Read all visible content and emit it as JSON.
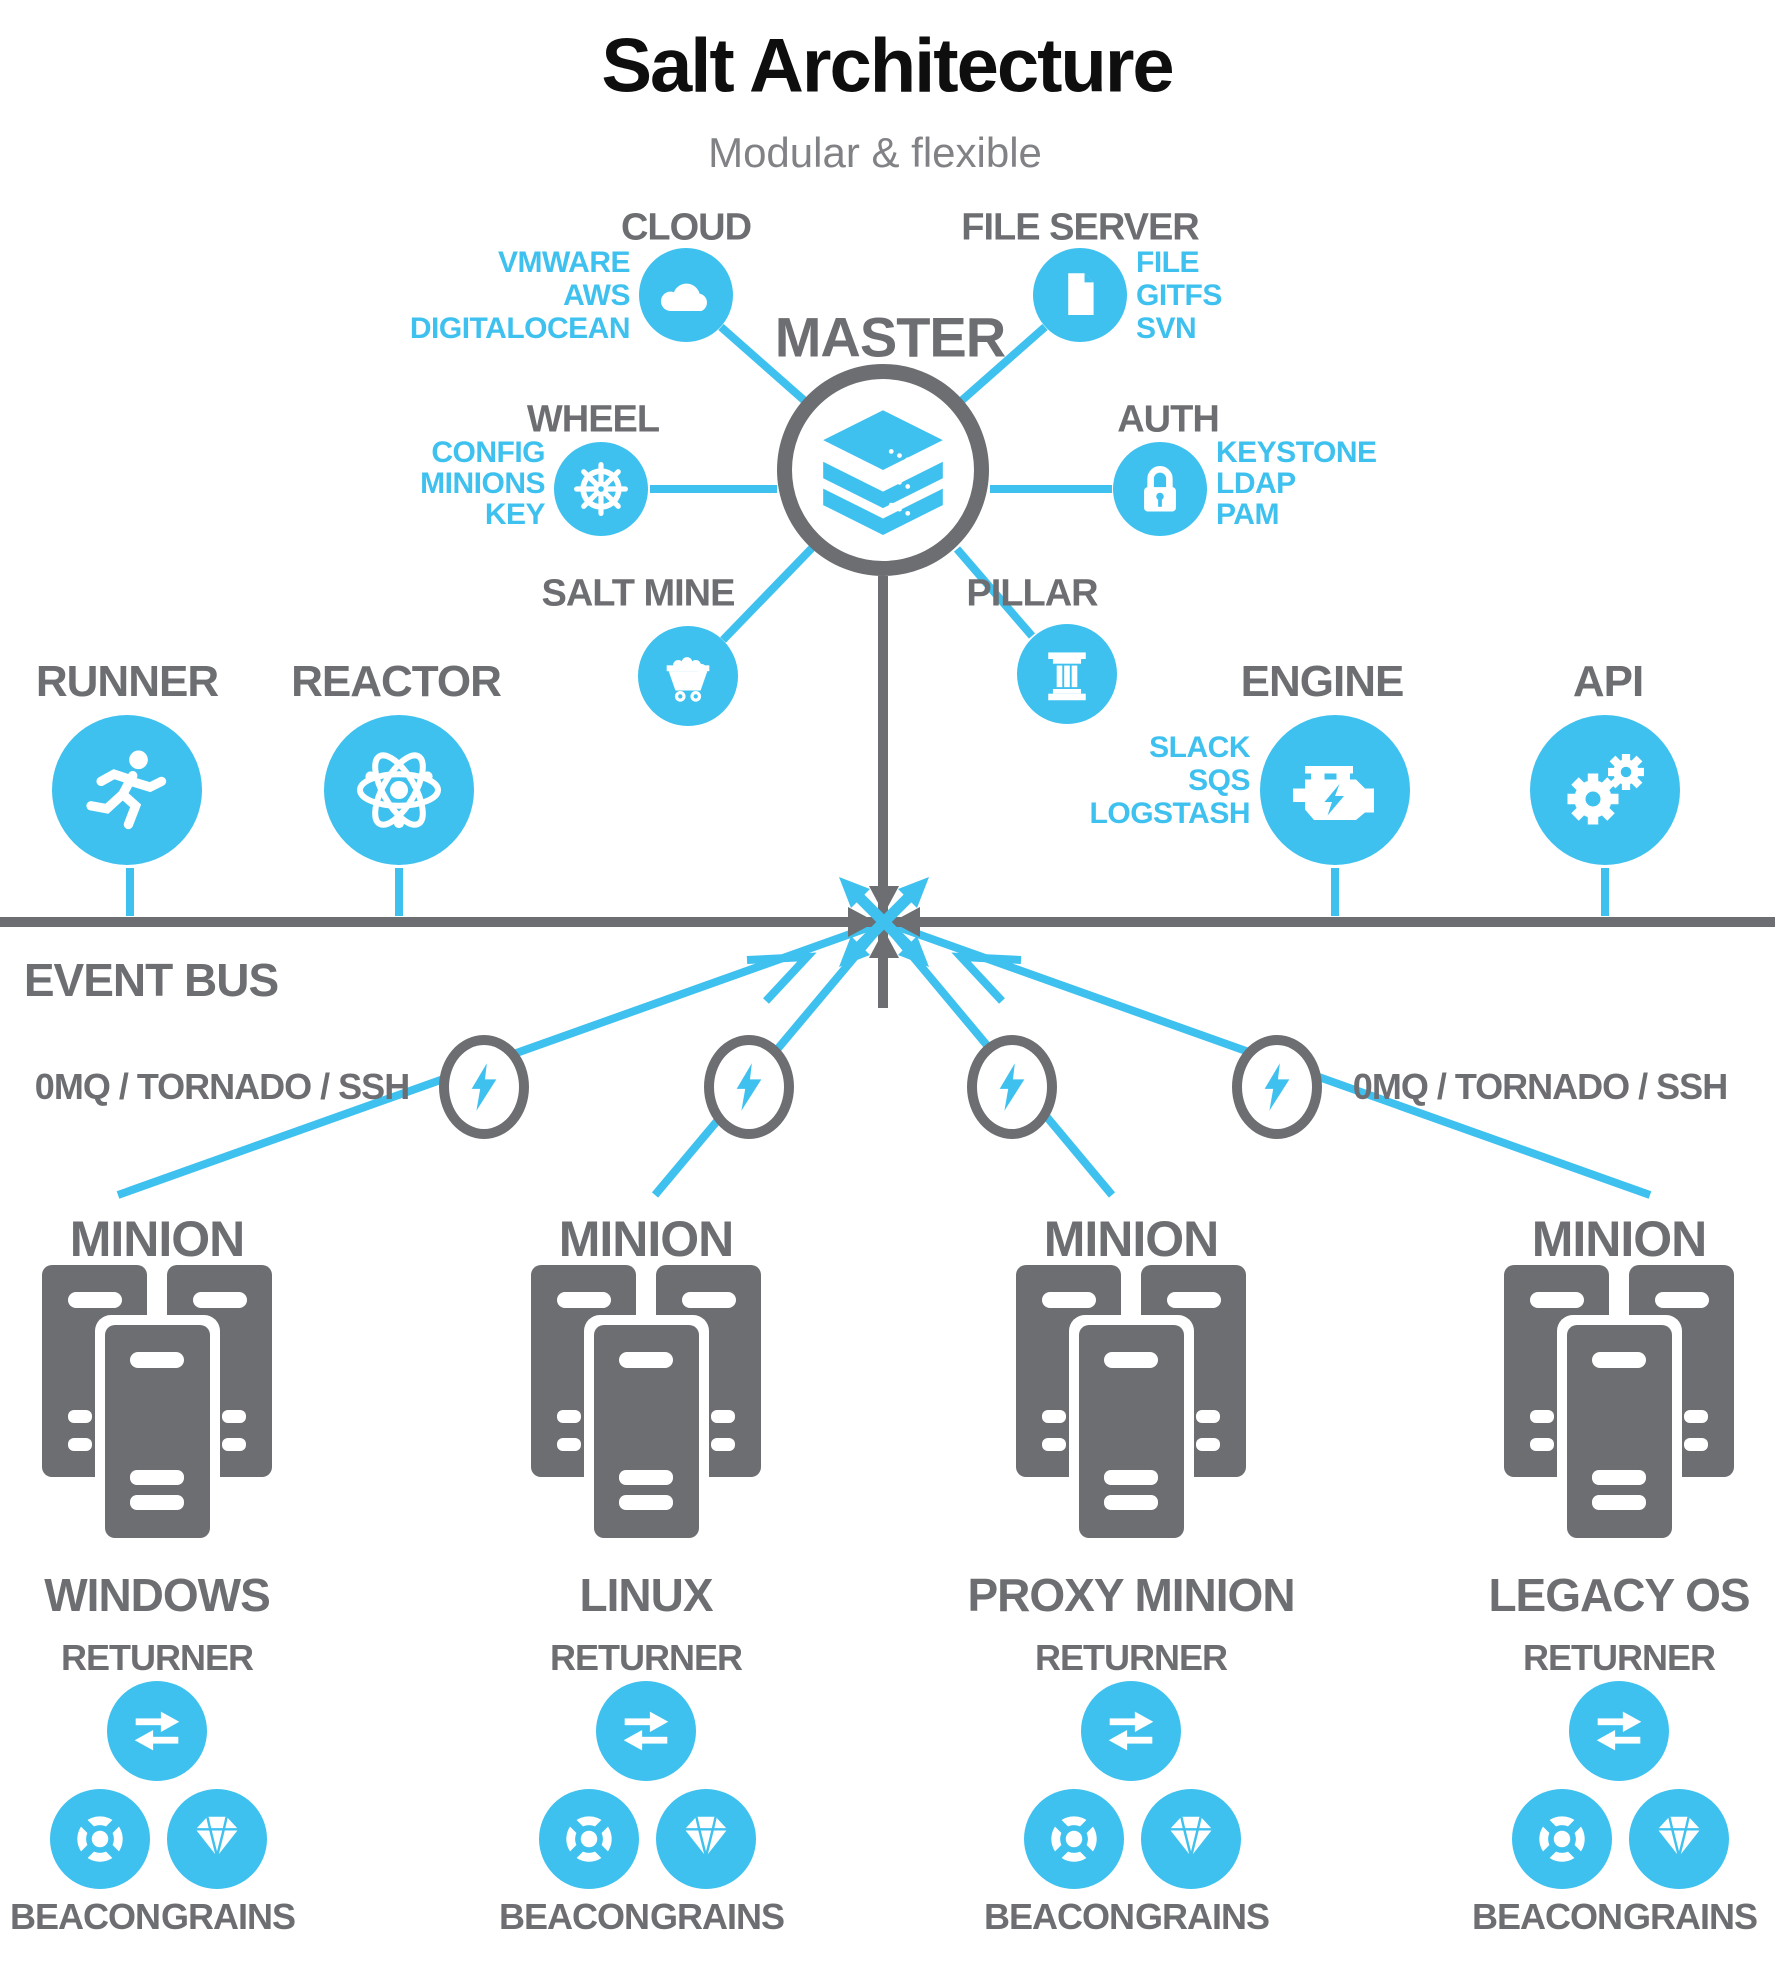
{
  "title": "Salt Architecture",
  "subtitle": "Modular & flexible",
  "colors": {
    "accent_blue": "#3EC1EF",
    "diagram_gray": "#6D6E71"
  },
  "master": {
    "label": "MASTER",
    "icon": "server-stack-icon"
  },
  "satellites": [
    {
      "label": "CLOUD",
      "icon": "cloud-icon",
      "items": [
        "VMWARE",
        "AWS",
        "DIGITALOCEAN"
      ]
    },
    {
      "label": "FILE SERVER",
      "icon": "document-icon",
      "items": [
        "FILE",
        "GITFS",
        "SVN"
      ]
    },
    {
      "label": "WHEEL",
      "icon": "ship-wheel-icon",
      "items": [
        "CONFIG",
        "MINIONS",
        "KEY"
      ]
    },
    {
      "label": "AUTH",
      "icon": "padlock-icon",
      "items": [
        "KEYSTONE",
        "LDAP",
        "PAM"
      ]
    },
    {
      "label": "SALT MINE",
      "icon": "mine-cart-icon",
      "items": []
    },
    {
      "label": "PILLAR",
      "icon": "column-icon",
      "items": []
    }
  ],
  "bus_nodes": [
    {
      "label": "RUNNER",
      "icon": "runner-icon",
      "items": []
    },
    {
      "label": "REACTOR",
      "icon": "atom-icon",
      "items": []
    },
    {
      "label": "ENGINE",
      "icon": "engine-icon",
      "items": [
        "SLACK",
        "SQS",
        "LOGSTASH"
      ]
    },
    {
      "label": "API",
      "icon": "gears-icon",
      "items": []
    }
  ],
  "event_bus": {
    "label": "EVENT BUS",
    "center_icon": "crossing-arrows-icon"
  },
  "transport": {
    "left": "0MQ / TORNADO / SSH",
    "right": "0MQ / TORNADO / SSH",
    "icon": "lightning-icon"
  },
  "minions": [
    {
      "label": "MINION",
      "os": "WINDOWS",
      "returner": "RETURNER",
      "beacon": "BEACON",
      "grains": "GRAINS"
    },
    {
      "label": "MINION",
      "os": "LINUX",
      "returner": "RETURNER",
      "beacon": "BEACON",
      "grains": "GRAINS"
    },
    {
      "label": "MINION",
      "os": "PROXY MINION",
      "returner": "RETURNER",
      "beacon": "BEACON",
      "grains": "GRAINS"
    },
    {
      "label": "MINION",
      "os": "LEGACY OS",
      "returner": "RETURNER",
      "beacon": "BEACON",
      "grains": "GRAINS"
    }
  ]
}
